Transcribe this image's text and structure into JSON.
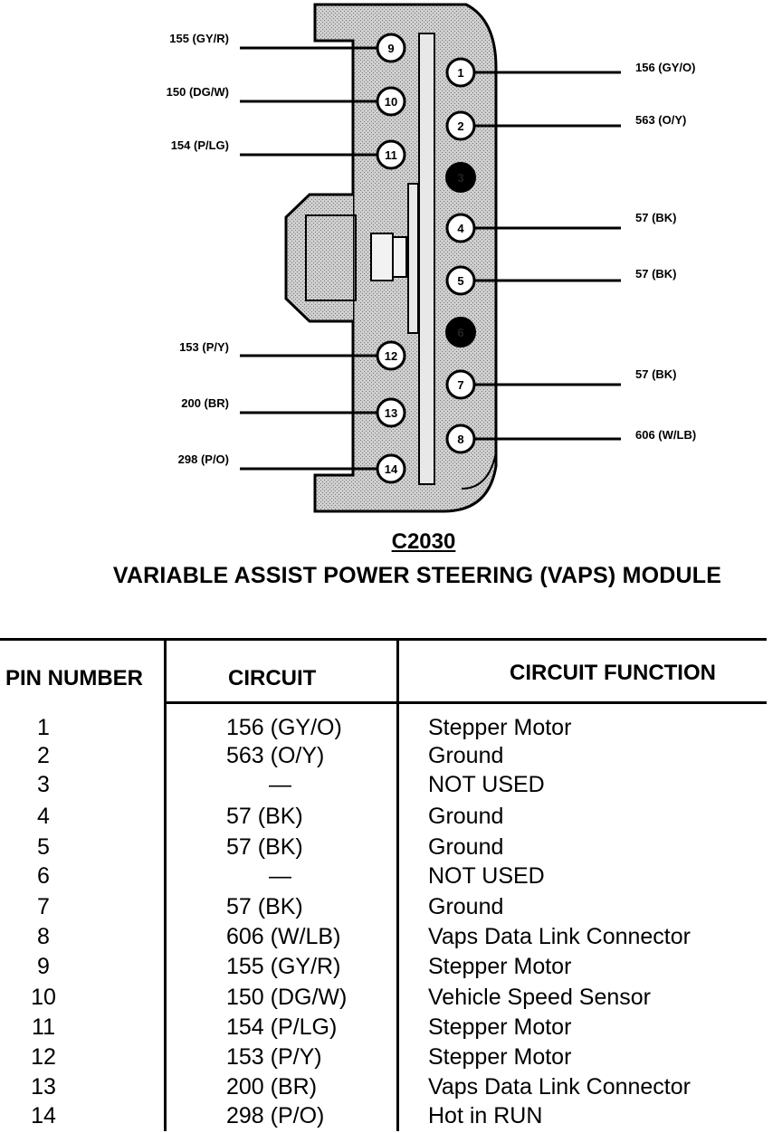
{
  "connector": {
    "id": "C2030",
    "title": "VARIABLE ASSIST POWER STEERING (VAPS) MODULE",
    "pins": [
      {
        "num": "1",
        "wire": "156 (GY/O)",
        "used": true
      },
      {
        "num": "2",
        "wire": "563 (O/Y)",
        "used": true
      },
      {
        "num": "3",
        "wire": "",
        "used": false
      },
      {
        "num": "4",
        "wire": "57 (BK)",
        "used": true
      },
      {
        "num": "5",
        "wire": "57 (BK)",
        "used": true
      },
      {
        "num": "6",
        "wire": "",
        "used": false
      },
      {
        "num": "7",
        "wire": "57 (BK)",
        "used": true
      },
      {
        "num": "8",
        "wire": "606 (W/LB)",
        "used": true
      },
      {
        "num": "9",
        "wire": "155 (GY/R)",
        "used": true
      },
      {
        "num": "10",
        "wire": "150 (DG/W)",
        "used": true
      },
      {
        "num": "11",
        "wire": "154 (P/LG)",
        "used": true
      },
      {
        "num": "12",
        "wire": "153 (P/Y)",
        "used": true
      },
      {
        "num": "13",
        "wire": "200 (BR)",
        "used": true
      },
      {
        "num": "14",
        "wire": "298 (P/O)",
        "used": true
      }
    ]
  },
  "table": {
    "headers": {
      "pin": "PIN NUMBER",
      "circuit": "CIRCUIT",
      "function": "CIRCUIT FUNCTION"
    },
    "rows": [
      {
        "pin": "1",
        "circuit": "156 (GY/O)",
        "function": "Stepper Motor"
      },
      {
        "pin": "2",
        "circuit": "563 (O/Y)",
        "function": "Ground"
      },
      {
        "pin": "3",
        "circuit": "—",
        "function": "NOT USED"
      },
      {
        "pin": "4",
        "circuit": "57 (BK)",
        "function": "Ground"
      },
      {
        "pin": "5",
        "circuit": "57 (BK)",
        "function": "Ground"
      },
      {
        "pin": "6",
        "circuit": "—",
        "function": "NOT USED"
      },
      {
        "pin": "7",
        "circuit": "57 (BK)",
        "function": "Ground"
      },
      {
        "pin": "8",
        "circuit": "606 (W/LB)",
        "function": "Vaps Data Link Connector"
      },
      {
        "pin": "9",
        "circuit": "155 (GY/R)",
        "function": "Stepper Motor"
      },
      {
        "pin": "10",
        "circuit": "150 (DG/W)",
        "function": "Vehicle Speed Sensor"
      },
      {
        "pin": "11",
        "circuit": "154 (P/LG)",
        "function": "Stepper Motor"
      },
      {
        "pin": "12",
        "circuit": "153 (P/Y)",
        "function": "Stepper Motor"
      },
      {
        "pin": "13",
        "circuit": "200 (BR)",
        "function": "Vaps Data Link Connector"
      },
      {
        "pin": "14",
        "circuit": "298 (P/O)",
        "function": "Hot in RUN"
      }
    ]
  },
  "colors": {
    "ink": "#000000",
    "body_fill": "#c8c8c8",
    "paper": "#ffffff"
  }
}
